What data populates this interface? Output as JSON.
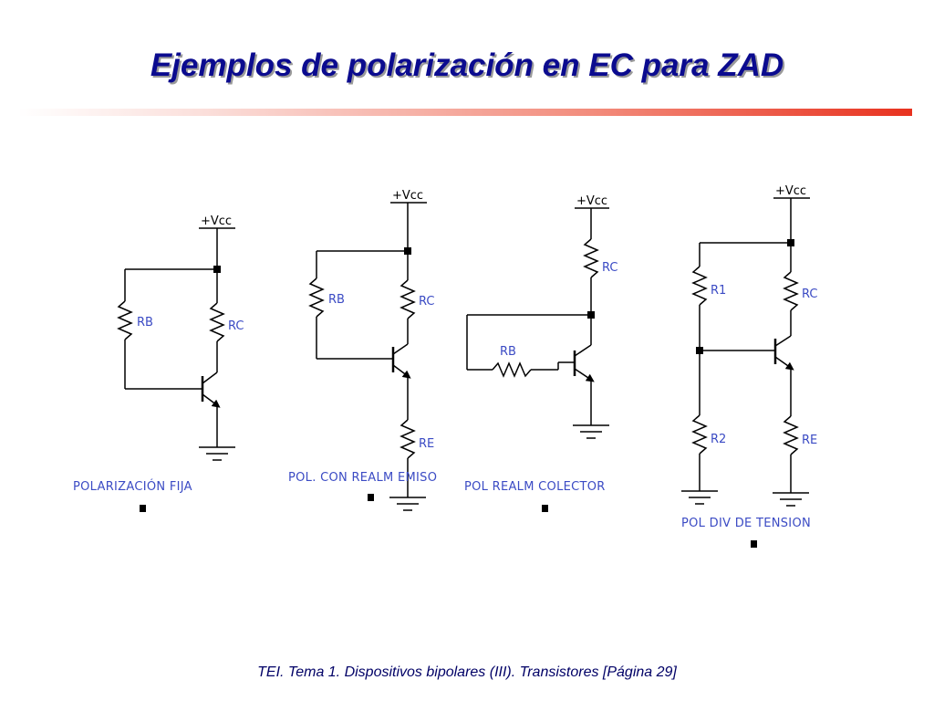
{
  "slide": {
    "title": "Ejemplos de polarización en EC para ZAD",
    "footer": "TEI. Tema 1. Dispositivos bipolares (III). Transistores [Página 29]"
  },
  "circuits": [
    {
      "caption": "POLARIZACIÓN FIJA",
      "supply": "+Vcc",
      "components": {
        "rb": "RB",
        "rc": "RC"
      }
    },
    {
      "caption": "POL. CON REALM EMISO",
      "supply": "+Vcc",
      "components": {
        "rb": "RB",
        "rc": "RC",
        "re": "RE"
      }
    },
    {
      "caption": "POL REALM COLECTOR",
      "supply": "+Vcc",
      "components": {
        "rb": "RB",
        "rc": "RC"
      }
    },
    {
      "caption": "POL DIV DE TENSION",
      "supply": "+Vcc",
      "components": {
        "r1": "R1",
        "rc": "RC",
        "r2": "R2",
        "re": "RE"
      }
    }
  ],
  "colors": {
    "title": "#0b0b8f",
    "labels": "#3b4bc4",
    "wires": "#000000",
    "rule_accent": "#e8321f"
  }
}
